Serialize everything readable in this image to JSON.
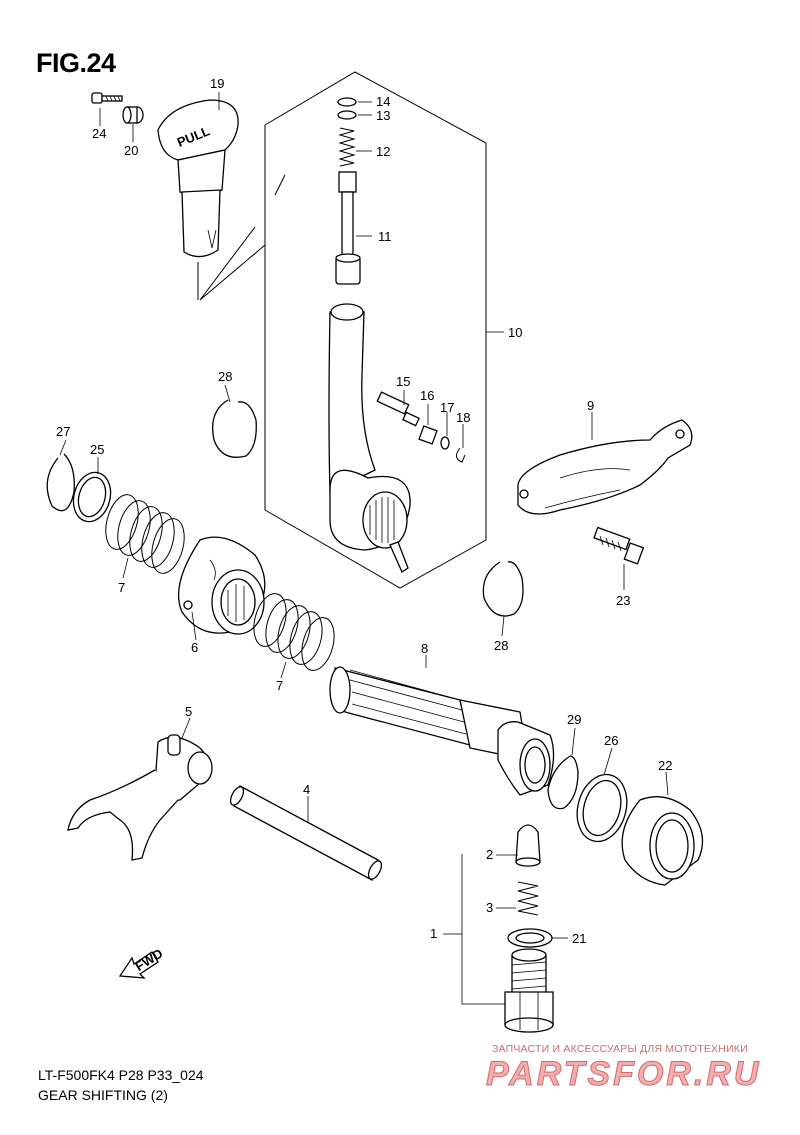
{
  "figure_title": "FIG.24",
  "footer": {
    "model_code": "LT-F500FK4 P28 P33_024",
    "section_name": "GEAR SHIFTING (2)"
  },
  "watermark": {
    "tagline": "ЗАПЧАСТИ И АКСЕССУАРЫ ДЛЯ МОТОТЕХНИКИ",
    "logo_text": "PARTSFOR.RU"
  },
  "direction_arrow_label": "FWD",
  "knob_embossed_text": "PULL",
  "callouts": {
    "p1": "1",
    "p2": "2",
    "p3": "3",
    "p4": "4",
    "p5": "5",
    "p6": "6",
    "p7a": "7",
    "p7b": "7",
    "p8": "8",
    "p9": "9",
    "p10": "10",
    "p11": "11",
    "p12": "12",
    "p13": "13",
    "p14": "14",
    "p15": "15",
    "p16": "16",
    "p17": "17",
    "p18": "18",
    "p19": "19",
    "p20": "20",
    "p21": "21",
    "p22": "22",
    "p23": "23",
    "p24": "24",
    "p25": "25",
    "p26": "26",
    "p27": "27",
    "p28a": "28",
    "p28b": "28",
    "p29": "29"
  }
}
